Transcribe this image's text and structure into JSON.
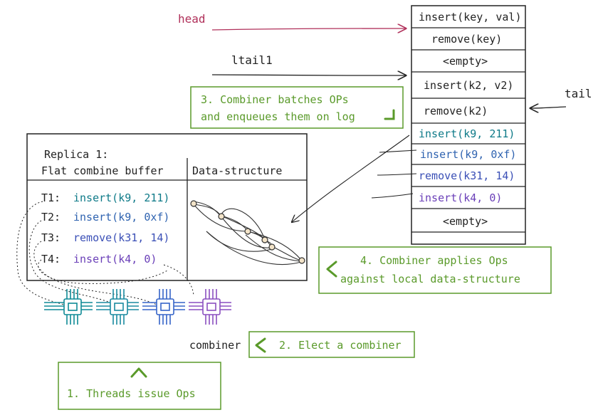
{
  "labels": {
    "head": "head",
    "ltail": "ltail1",
    "tail": "tail",
    "combiner": "combiner"
  },
  "log": {
    "entries": [
      {
        "text": "insert(key, val)",
        "color": "#222222"
      },
      {
        "text": "remove(key)",
        "color": "#222222"
      },
      {
        "text": "<empty>",
        "color": "#222222"
      },
      {
        "text": "insert(k2, v2)",
        "color": "#222222"
      },
      {
        "text": "remove(k2)",
        "color": "#222222"
      },
      {
        "text": "insert(k9, 211)",
        "color": "#0e7a88"
      },
      {
        "text": "insert(k9, 0xf)",
        "color": "#2f63b0"
      },
      {
        "text": "remove(k31, 14)",
        "color": "#3a4fb6"
      },
      {
        "text": "insert(k4, 0)",
        "color": "#6a3fb8"
      },
      {
        "text": "<empty>",
        "color": "#222222"
      }
    ]
  },
  "replica": {
    "title": "Replica 1:",
    "buffer_header": "Flat combine buffer",
    "ds_header": "Data-structure",
    "ops": [
      {
        "thread": "T1:",
        "op": "insert(k9, 211)",
        "color": "#0e7a88"
      },
      {
        "thread": "T2:",
        "op": "insert(k9, 0xf)",
        "color": "#2f63b0"
      },
      {
        "thread": "T3:",
        "op": "remove(k31, 14)",
        "color": "#3a4fb6"
      },
      {
        "thread": "T4:",
        "op": "insert(k4, 0)",
        "color": "#6a3fb8"
      }
    ]
  },
  "steps": {
    "step1": "1. Threads issue Ops",
    "step2": "2. Elect a combiner",
    "step3_line1": "3. Combiner batches OPs",
    "step3_line2": "and enqueues them on log",
    "step4_line1": "4. Combiner applies Ops",
    "step4_line2": "against local data-structure"
  },
  "colors": {
    "green": "#5a9a2a",
    "head": "#b0305a",
    "ink": "#222222",
    "cpu": [
      "#0e8a96",
      "#1a8aa0",
      "#3564c8",
      "#8a4fc0"
    ]
  }
}
